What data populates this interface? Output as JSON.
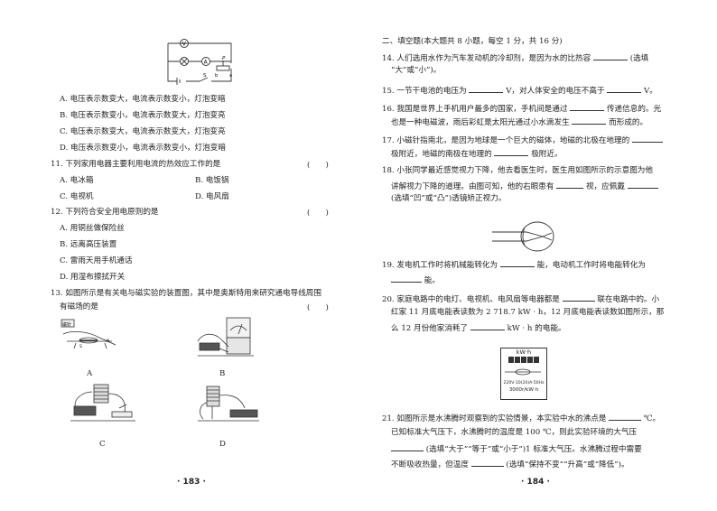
{
  "left": {
    "q10_options": [
      "A. 电压表示数变大，电流表示数变小，灯泡变暗",
      "B. 电压表示数变小，电流表示数变大，灯泡变亮",
      "C. 电压表示数变大，电流表示数变大，灯泡变亮",
      "D. 电压表示数变小，电流表示数变小，灯泡变暗"
    ],
    "q11": {
      "stem": "11. 下列家用电器主要利用电流的热效应工作的是",
      "paren": "(　　)",
      "A": "A. 电冰箱",
      "B": "B. 电饭锅",
      "C": "C. 电视机",
      "D": "D. 电风扇"
    },
    "q12": {
      "stem": "12. 下列符合安全用电原则的是",
      "paren": "(　　)",
      "A": "A. 用铜丝做保险丝",
      "B": "B. 远离高压装置",
      "C": "C. 雷雨天用手机通话",
      "D": "D. 用湿布擦拭开关"
    },
    "q13": {
      "stem1": "13. 如图所示是有关电与磁实验的装置图，其中是奥斯特用来研究通电导线周围",
      "stem2": "有磁场的是",
      "paren": "(　　)",
      "A": "A",
      "B": "B",
      "C": "C",
      "D": "D"
    },
    "circuit_labels": {
      "v": "V",
      "a": "A",
      "s": "S",
      "p": "P",
      "b": "b",
      "a2": "a"
    },
    "figA_label": "磁针",
    "page_number": "· 183 ·"
  },
  "right": {
    "section_title": "二、填空题(本大题共 8 小题，每空 1 分，共 16 分)",
    "q14": [
      "14. 人们选用水作为汽车发动机的冷却剂，是因为水的比热容",
      "(选填",
      "“大”或“小”)。"
    ],
    "q15": [
      "15. 一节干电池的电压为",
      "V，对人体安全的电压不高于",
      "V。"
    ],
    "q16": [
      "16. 我国是世界上手机用户最多的国家，手机间是通过",
      "传递信息的。光",
      "也是一种电磁波，雨后彩虹是太阳光通过小水滴发生",
      "而形成的。"
    ],
    "q17": [
      "17. 小磁针指南北，是因为地球是一个巨大的磁体，地磁的北极在地理的",
      "极附近，地磁的南极在地理的",
      "极附近。"
    ],
    "q18": [
      "18. 小张同学最近感觉视力下降，他去看医生时，医生用如图所示的示意图为他",
      "讲解视力下降的道理。由图可知，他的右眼患有",
      "视，应佩戴",
      "(选填“凹”或“凸”)透镜矫正视力。"
    ],
    "q19": [
      "19. 发电机工作时将机械能转化为",
      "能，电动机工作时将电能转化为",
      "能。"
    ],
    "q20": [
      "20. 家庭电路中的电灯、电视机、电风扇等电器都是",
      "联在电路中的。小",
      "红家 11 月底电能表读数为 2 718.7 kW · h，12 月底电能表读数如图所示，那",
      "么 12 月份他家消耗了",
      "kW · h 的电能。"
    ],
    "meter": {
      "unit": "kW·h",
      "rating": "220V·10(20)A·50Hz",
      "speed": "3000r/kW·h"
    },
    "q21": [
      "21. 如图所示是水沸腾时观察到的实验情景，本实验中水的沸点是",
      "℃。",
      "已知标准大气压下，水沸腾时的温度是 100 ℃，则此实验环境的大气压",
      "(选填“大于”“等于”或“小于”)1 标准大气压。水沸腾过程中需要",
      "不断吸收热量，但温度",
      "(选填“保持不变”“升高”或“降低”)。"
    ],
    "page_number": "· 184 ·"
  }
}
